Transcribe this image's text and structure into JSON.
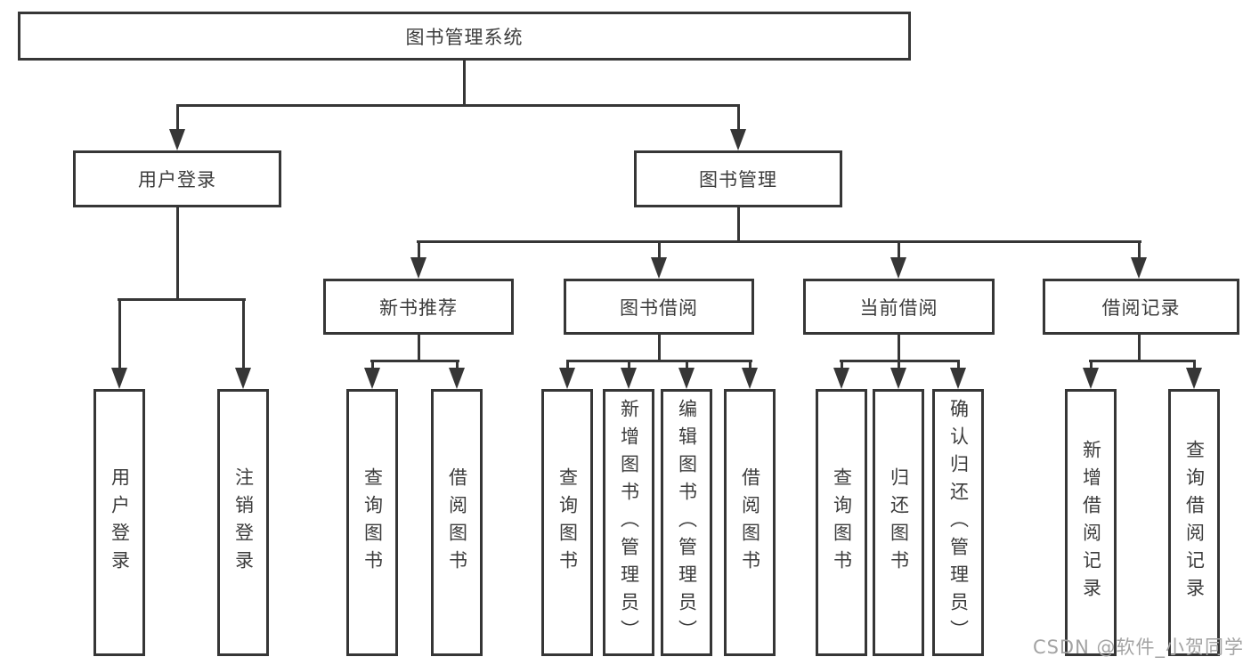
{
  "diagram": {
    "colors": {
      "line": "#363636",
      "text": "#3c3c3c",
      "watermark": "#a3a3a3",
      "box_background": "#ffffff"
    },
    "nodes": {
      "root": "图书管理系统",
      "user_login": "用户登录",
      "book_mgmt": "图书管理",
      "new_book_rec": "新书推荐",
      "book_borrow": "图书借阅",
      "current_borrow": "当前借阅",
      "borrow_records": "借阅记录",
      "ul_login": "用户登录",
      "ul_logout": "注销登录",
      "nb_query": "查询图书",
      "nb_borrow": "借阅图书",
      "bb_query": "查询图书",
      "bb_add": "新增图书（管理员）",
      "bb_edit": "编辑图书（管理员）",
      "bb_borrow": "借阅图书",
      "cb_query": "查询图书",
      "cb_return": "归还图书",
      "cb_confirm": "确认归还（管理员）",
      "br_add": "新增借阅记录",
      "br_query": "查询借阅记录"
    },
    "tree": {
      "图书管理系统": {
        "用户登录": [
          "用户登录",
          "注销登录"
        ],
        "图书管理": {
          "新书推荐": [
            "查询图书",
            "借阅图书"
          ],
          "图书借阅": [
            "查询图书",
            "新增图书（管理员）",
            "编辑图书（管理员）",
            "借阅图书"
          ],
          "当前借阅": [
            "查询图书",
            "归还图书",
            "确认归还（管理员）"
          ],
          "借阅记录": [
            "新增借阅记录",
            "查询借阅记录"
          ]
        }
      }
    },
    "watermark": "CSDN @软件_小贺同学"
  }
}
